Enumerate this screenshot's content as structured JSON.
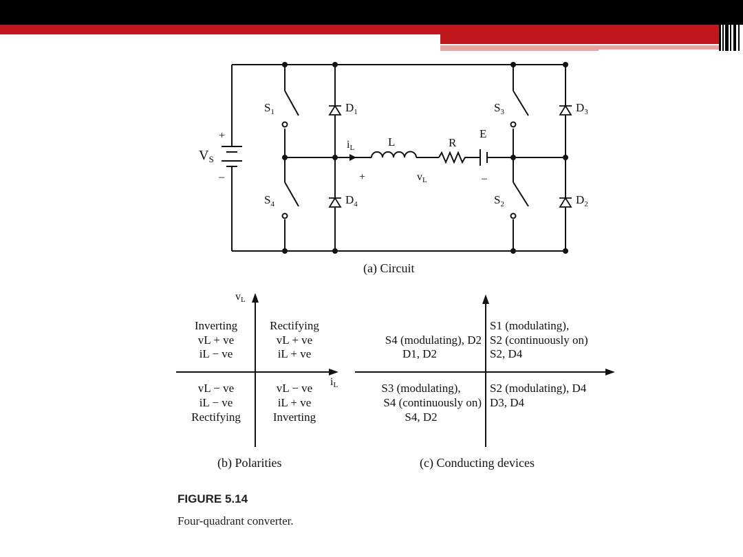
{
  "colors": {
    "header": "#000000",
    "accent": "#c0161c",
    "accent_light": "#e9a3a3",
    "ink": "#111111"
  },
  "circuit": {
    "source_label": "V",
    "source_sub": "S",
    "plus": "+",
    "minus": "–",
    "switches": {
      "s1": "S",
      "s1_sub": "1",
      "s2": "S",
      "s2_sub": "2",
      "s3": "S",
      "s3_sub": "3",
      "s4": "S",
      "s4_sub": "4"
    },
    "diodes": {
      "d1": "D",
      "d1_sub": "1",
      "d2": "D",
      "d2_sub": "2",
      "d3": "D",
      "d3_sub": "3",
      "d4": "D",
      "d4_sub": "4"
    },
    "current": "i",
    "current_sub": "L",
    "inductor": "L",
    "resistor": "R",
    "emf": "E",
    "voltage": "v",
    "voltage_sub": "L",
    "caption": "(a) Circuit"
  },
  "polarities": {
    "y_axis": "v",
    "y_axis_sub": "L",
    "x_axis": "i",
    "x_axis_sub": "L",
    "q2": [
      "Inverting",
      "vL + ve",
      "iL − ve"
    ],
    "q1": [
      "Rectifying",
      "vL + ve",
      "iL + ve"
    ],
    "q3": [
      "vL − ve",
      "iL − ve",
      "Rectifying"
    ],
    "q4": [
      "vL − ve",
      "iL + ve",
      "Inverting"
    ],
    "caption": "(b) Polarities"
  },
  "conducting": {
    "q2": [
      "S4 (modulating), D2",
      "D1, D2"
    ],
    "q1": [
      "S1 (modulating),",
      "S2 (continuously on)",
      "S2, D4"
    ],
    "q3": [
      "S3 (modulating),",
      "S4 (continuously on)",
      "S4, D2"
    ],
    "q4": [
      "S2 (modulating), D4",
      "D3, D4"
    ],
    "caption": "(c) Conducting devices"
  },
  "figure": {
    "label": "FIGURE 5.14",
    "description": "Four-quadrant converter."
  }
}
